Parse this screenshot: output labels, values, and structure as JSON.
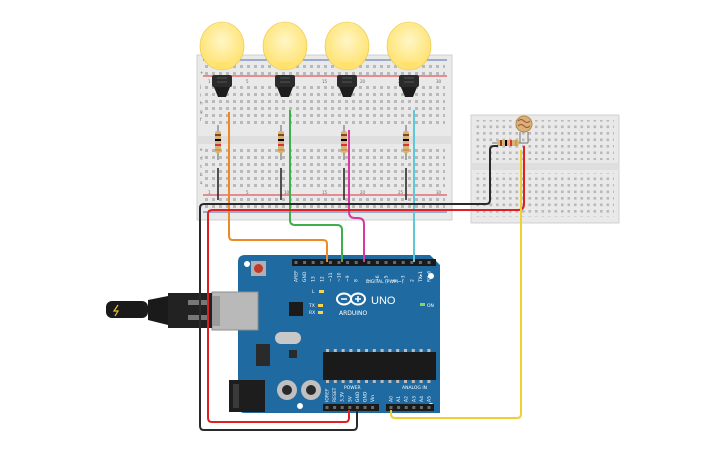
{
  "board": {
    "brand": "ARDUINO",
    "model": "UNO",
    "digital_header_label": "DIGITAL (PWM~)",
    "power_label": "POWER",
    "analog_label": "ANALOG IN",
    "led_l": "L",
    "led_tx": "TX",
    "led_rx": "RX",
    "led_on": "ON",
    "digital_pins": [
      "AREF",
      "GND",
      "13",
      "12",
      "~11",
      "~10",
      "~9",
      "8",
      "7",
      "~6",
      "~5",
      "4",
      "~3",
      "2",
      "TX▸1",
      "RX◂0"
    ],
    "power_pins": [
      "IOREF",
      "RESET",
      "3.3V",
      "5V",
      "GND",
      "GND",
      "Vin"
    ],
    "analog_pins": [
      "A0",
      "A1",
      "A2",
      "A3",
      "A4",
      "A5"
    ]
  },
  "breadboard_main": {
    "row_letters_top": [
      "j",
      "i",
      "h",
      "g",
      "f"
    ],
    "row_letters_bottom": [
      "e",
      "d",
      "c",
      "b",
      "a"
    ],
    "column_numbers": [
      "1",
      "5",
      "10",
      "15",
      "20",
      "25",
      "30"
    ]
  },
  "components": {
    "bulbs": [
      "bulb-1",
      "bulb-2",
      "bulb-3",
      "bulb-4"
    ],
    "resistors": [
      "resistor-1",
      "resistor-2",
      "resistor-3",
      "resistor-4",
      "resistor-ldr"
    ],
    "sensor": "photoresistor"
  },
  "colors": {
    "board": "#1f6aa0",
    "wire_orange": "#ee8a26",
    "wire_green": "#3bb04b",
    "wire_magenta": "#d63aa0",
    "wire_cyan": "#5ec8d8",
    "wire_red": "#e02020",
    "wire_black": "#2a2a2a",
    "wire_yellow": "#f0d030",
    "bulb_glass": "#ffe889"
  }
}
